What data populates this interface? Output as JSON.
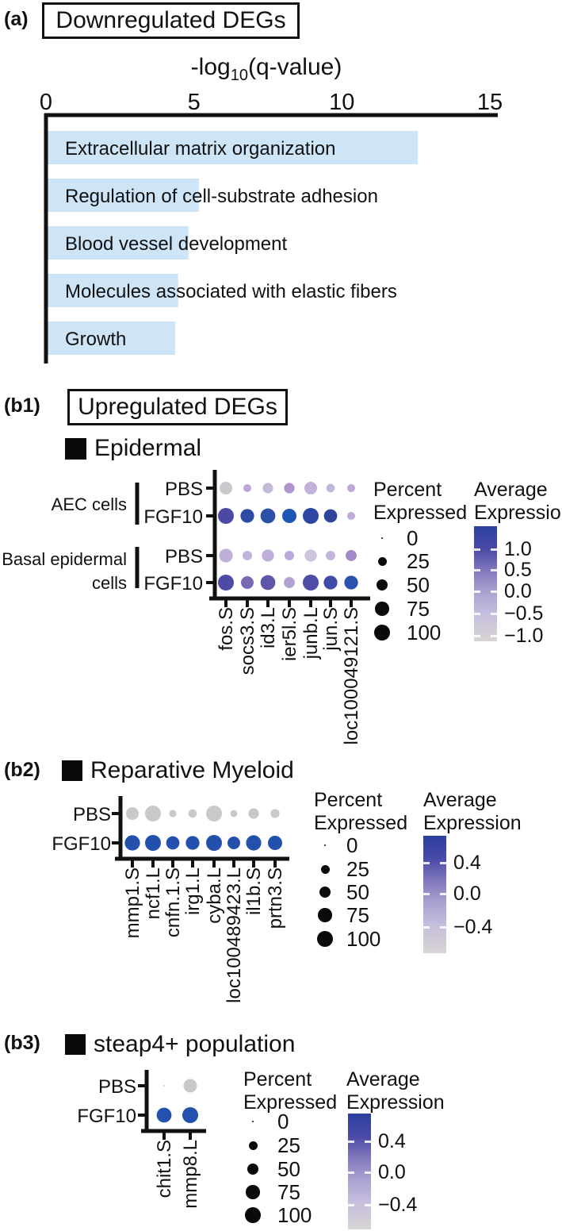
{
  "figure": {
    "panel_a": {
      "tag": "(a)",
      "box_title": "Downregulated DEGs",
      "axis_title_pre": "-log",
      "axis_title_sub": "10",
      "axis_title_post": "(q-value)"
    },
    "panel_b1": {
      "tag": "(b1)",
      "box_title": "Upregulated DEGs",
      "section_title": "Epidermal"
    },
    "panel_b2": {
      "tag": "(b2)",
      "section_title": "Reparative Myeloid"
    },
    "panel_b3": {
      "tag": "(b3)",
      "section_title": "steap4+ population"
    }
  },
  "chart_data": [
    {
      "id": "downregulated-degs",
      "type": "bar",
      "orientation": "horizontal",
      "title": "Downregulated DEGs",
      "xlabel": "-log10(q-value)",
      "xlim": [
        0,
        15
      ],
      "xticks": [
        0,
        5,
        10,
        15
      ],
      "categories": [
        "Extracellular matrix organization",
        "Regulation of cell-substrate adhesion",
        "Blood vessel development",
        "Molecules associated with elastic fibers",
        "Growth"
      ],
      "values": [
        12.5,
        5.1,
        4.75,
        4.4,
        4.3
      ],
      "bar_color": "#cde5f6",
      "grid": false
    },
    {
      "id": "epidermal-dotplot",
      "type": "dotplot",
      "title": "Epidermal",
      "genes": [
        "fos.S",
        "socs3.S",
        "id3.L",
        "ier5l.S",
        "junb.L",
        "jun.S",
        "loc100049121.S"
      ],
      "row_groups": [
        {
          "label": "AEC cells",
          "lines": [
            "AEC cells"
          ]
        },
        {
          "label": "Basal epidermal cells",
          "lines": [
            "Basal epidermal",
            "cells"
          ]
        }
      ],
      "rows": [
        {
          "group": "AEC cells",
          "condition": "PBS",
          "dots": [
            {
              "pct": 60,
              "color": "#c9c9cd"
            },
            {
              "pct": 20,
              "color": "#bfa9d6"
            },
            {
              "pct": 39,
              "color": "#c4bad7"
            },
            {
              "pct": 39,
              "color": "#b093cf"
            },
            {
              "pct": 60,
              "color": "#c2b1d9"
            },
            {
              "pct": 23,
              "color": "#c3b6da"
            },
            {
              "pct": 20,
              "color": "#bda8d6"
            }
          ]
        },
        {
          "group": "AEC cells",
          "condition": "FGF10",
          "dots": [
            {
              "pct": 100,
              "color": "#4c48a3"
            },
            {
              "pct": 72,
              "color": "#2e4aa3"
            },
            {
              "pct": 86,
              "color": "#2c4fa8"
            },
            {
              "pct": 79,
              "color": "#1e55b4"
            },
            {
              "pct": 100,
              "color": "#2f47a0"
            },
            {
              "pct": 67,
              "color": "#2e459e"
            },
            {
              "pct": 20,
              "color": "#bfaad8"
            }
          ]
        },
        {
          "group": "Basal epidermal cells",
          "condition": "PBS",
          "dots": [
            {
              "pct": 72,
              "color": "#bfb0da"
            },
            {
              "pct": 31,
              "color": "#c1b2da"
            },
            {
              "pct": 55,
              "color": "#bfadda"
            },
            {
              "pct": 31,
              "color": "#bba9d7"
            },
            {
              "pct": 55,
              "color": "#cdc5de"
            },
            {
              "pct": 31,
              "color": "#c2b5da"
            },
            {
              "pct": 44,
              "color": "#a38bc7"
            }
          ]
        },
        {
          "group": "Basal epidermal cells",
          "condition": "FGF10",
          "dots": [
            {
              "pct": 100,
              "color": "#4f4ba5"
            },
            {
              "pct": 60,
              "color": "#7968b3"
            },
            {
              "pct": 86,
              "color": "#5e56a9"
            },
            {
              "pct": 44,
              "color": "#b2a3d4"
            },
            {
              "pct": 100,
              "color": "#4f4ca6"
            },
            {
              "pct": 72,
              "color": "#3f4ba6"
            },
            {
              "pct": 72,
              "color": "#2b51ae"
            }
          ]
        }
      ],
      "size_legend": {
        "title": "Percent Expressed",
        "values": [
          0,
          25,
          50,
          75,
          100
        ]
      },
      "colorbar": {
        "title": "Average Expression",
        "ticks": [
          "1.0",
          "0.5",
          "0.0",
          "−0.5",
          "−1.0"
        ],
        "gradient": [
          "#2b3f9f",
          "#4b4aa7",
          "#8078bb",
          "#a89fd0",
          "#c6bedd",
          "#d7d4d4"
        ]
      }
    },
    {
      "id": "reparative-myeloid-dotplot",
      "type": "dotplot",
      "title": "Reparative Myeloid",
      "genes": [
        "mmp1.S",
        "ncf1.L",
        "cnfn.1.S",
        "irg1.L",
        "cyba.L",
        "loc100489423.L",
        "il1b.S",
        "prtn3.S"
      ],
      "rows": [
        {
          "condition": "PBS",
          "dots": [
            {
              "pct": 60,
              "color": "#c9c9c9"
            },
            {
              "pct": 100,
              "color": "#c9c9c9"
            },
            {
              "pct": 16,
              "color": "#c9c9c9"
            },
            {
              "pct": 23,
              "color": "#c9c9c9"
            },
            {
              "pct": 100,
              "color": "#c9c9c9"
            },
            {
              "pct": 14,
              "color": "#c9c9c9"
            },
            {
              "pct": 39,
              "color": "#c9c9c9"
            },
            {
              "pct": 27,
              "color": "#c9c9c9"
            }
          ]
        },
        {
          "condition": "FGF10",
          "dots": [
            {
              "pct": 92,
              "color": "#2450ad"
            },
            {
              "pct": 100,
              "color": "#2450ad"
            },
            {
              "pct": 67,
              "color": "#2450ad"
            },
            {
              "pct": 72,
              "color": "#2450ad"
            },
            {
              "pct": 100,
              "color": "#2450ad"
            },
            {
              "pct": 60,
              "color": "#2450ad"
            },
            {
              "pct": 92,
              "color": "#2450ad"
            },
            {
              "pct": 79,
              "color": "#2450ad"
            }
          ]
        }
      ],
      "size_legend": {
        "title": "Percent Expressed",
        "values": [
          0,
          25,
          50,
          75,
          100
        ]
      },
      "colorbar": {
        "title": "Average Expression",
        "ticks": [
          "0.4",
          "0.0",
          "−0.4"
        ],
        "gradient": [
          "#2b3f9f",
          "#4b4aa7",
          "#8078bb",
          "#a89fd0",
          "#c6bedd",
          "#d7d4d4"
        ]
      }
    },
    {
      "id": "steap4-dotplot",
      "type": "dotplot",
      "title": "steap4+ population",
      "genes": [
        "chit1.S",
        "mmp8.L"
      ],
      "rows": [
        {
          "condition": "PBS",
          "dots": [
            {
              "pct": 0,
              "color": "#c9c9c9"
            },
            {
              "pct": 70,
              "color": "#c9c9c9"
            }
          ]
        },
        {
          "condition": "FGF10",
          "dots": [
            {
              "pct": 86,
              "color": "#2450ae"
            },
            {
              "pct": 100,
              "color": "#2450ae"
            }
          ]
        }
      ],
      "size_legend": {
        "title": "Percent Expressed",
        "values": [
          0,
          25,
          50,
          75,
          100
        ]
      },
      "colorbar": {
        "title": "Average Expression",
        "ticks": [
          "0.4",
          "0.0",
          "−0.4"
        ],
        "gradient": [
          "#2b3f9f",
          "#4b4aa7",
          "#8078bb",
          "#a89fd0",
          "#c6bedd",
          "#d7d4d4"
        ]
      }
    }
  ]
}
